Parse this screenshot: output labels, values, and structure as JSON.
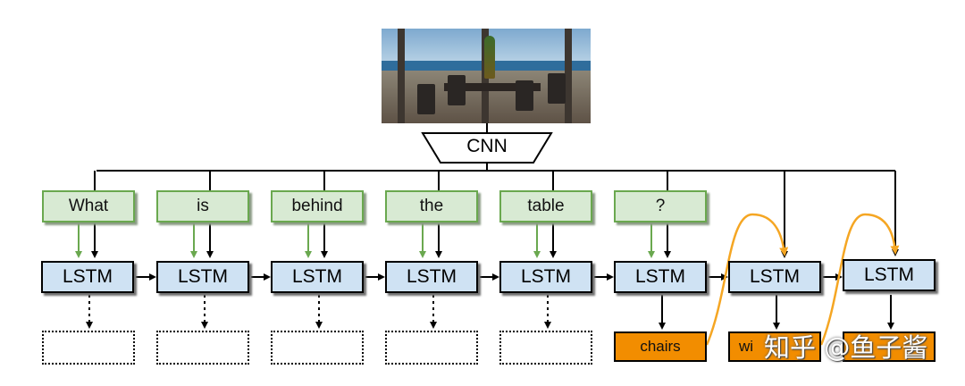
{
  "encoder": {
    "label": "CNN"
  },
  "question_words": [
    "What",
    "is",
    "behind",
    "the",
    "table",
    "?"
  ],
  "lstm": {
    "label": "LSTM",
    "count": 8
  },
  "answer_words": [
    "chairs",
    "wi"
  ],
  "watermark": "知乎 @鱼子酱",
  "colors": {
    "word_fill": "#d8ead3",
    "word_border": "#6aa84f",
    "lstm_fill": "#cfe2f3",
    "answer_fill": "#f28d00",
    "feedback_arrow": "#f5a623",
    "input_arrow": "#6aa84f"
  }
}
